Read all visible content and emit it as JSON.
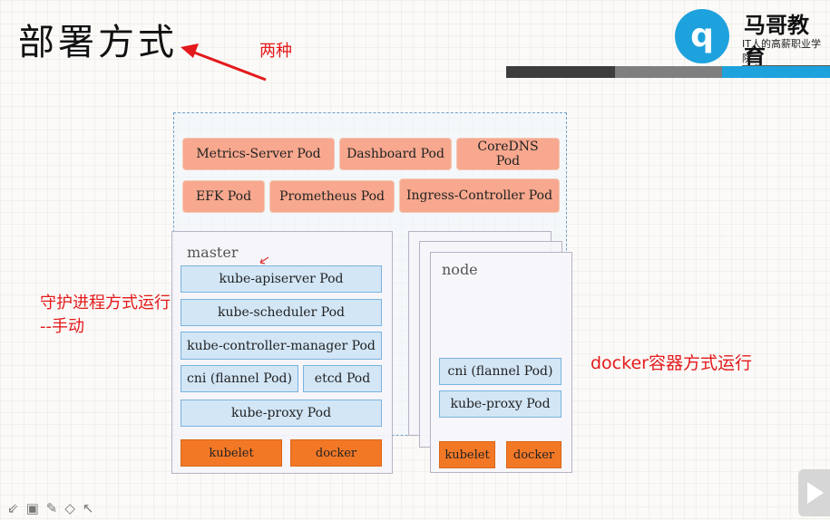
{
  "slide": {
    "title": "部署方式",
    "annotation_top": "两种",
    "annotation_left": [
      "守护进程方式运行",
      "--手动"
    ],
    "annotation_right": "docker容器方式运行"
  },
  "logo": {
    "mark": "q",
    "name": "马哥教育",
    "tagline": "IT人的高薪职业学院"
  },
  "colors": {
    "pod_fill": "#f7a88e",
    "component_fill": "#d2e6f6",
    "runtime_fill": "#f37826",
    "annotation": "#e31a1c",
    "logo": "#1ea2dd"
  },
  "diagram": {
    "addon_pods": [
      "Metrics-Server Pod",
      "Dashboard Pod",
      "CoreDNS Pod",
      "EFK Pod",
      "Prometheus Pod",
      "Ingress-Controller Pod"
    ],
    "master": {
      "label": "master",
      "components": [
        "kube-apiserver Pod",
        "kube-scheduler Pod",
        "kube-controller-manager Pod",
        "cni (flannel Pod)",
        "etcd Pod",
        "kube-proxy Pod"
      ],
      "runtime": [
        "kubelet",
        "docker"
      ]
    },
    "node": {
      "label": "node",
      "components": [
        "cni (flannel Pod)",
        "kube-proxy Pod"
      ],
      "runtime": [
        "kubelet",
        "docker"
      ]
    }
  },
  "toolbar_icons": [
    "arrow-icon",
    "screen-icon",
    "pen-icon",
    "eraser-icon",
    "pointer-icon"
  ]
}
